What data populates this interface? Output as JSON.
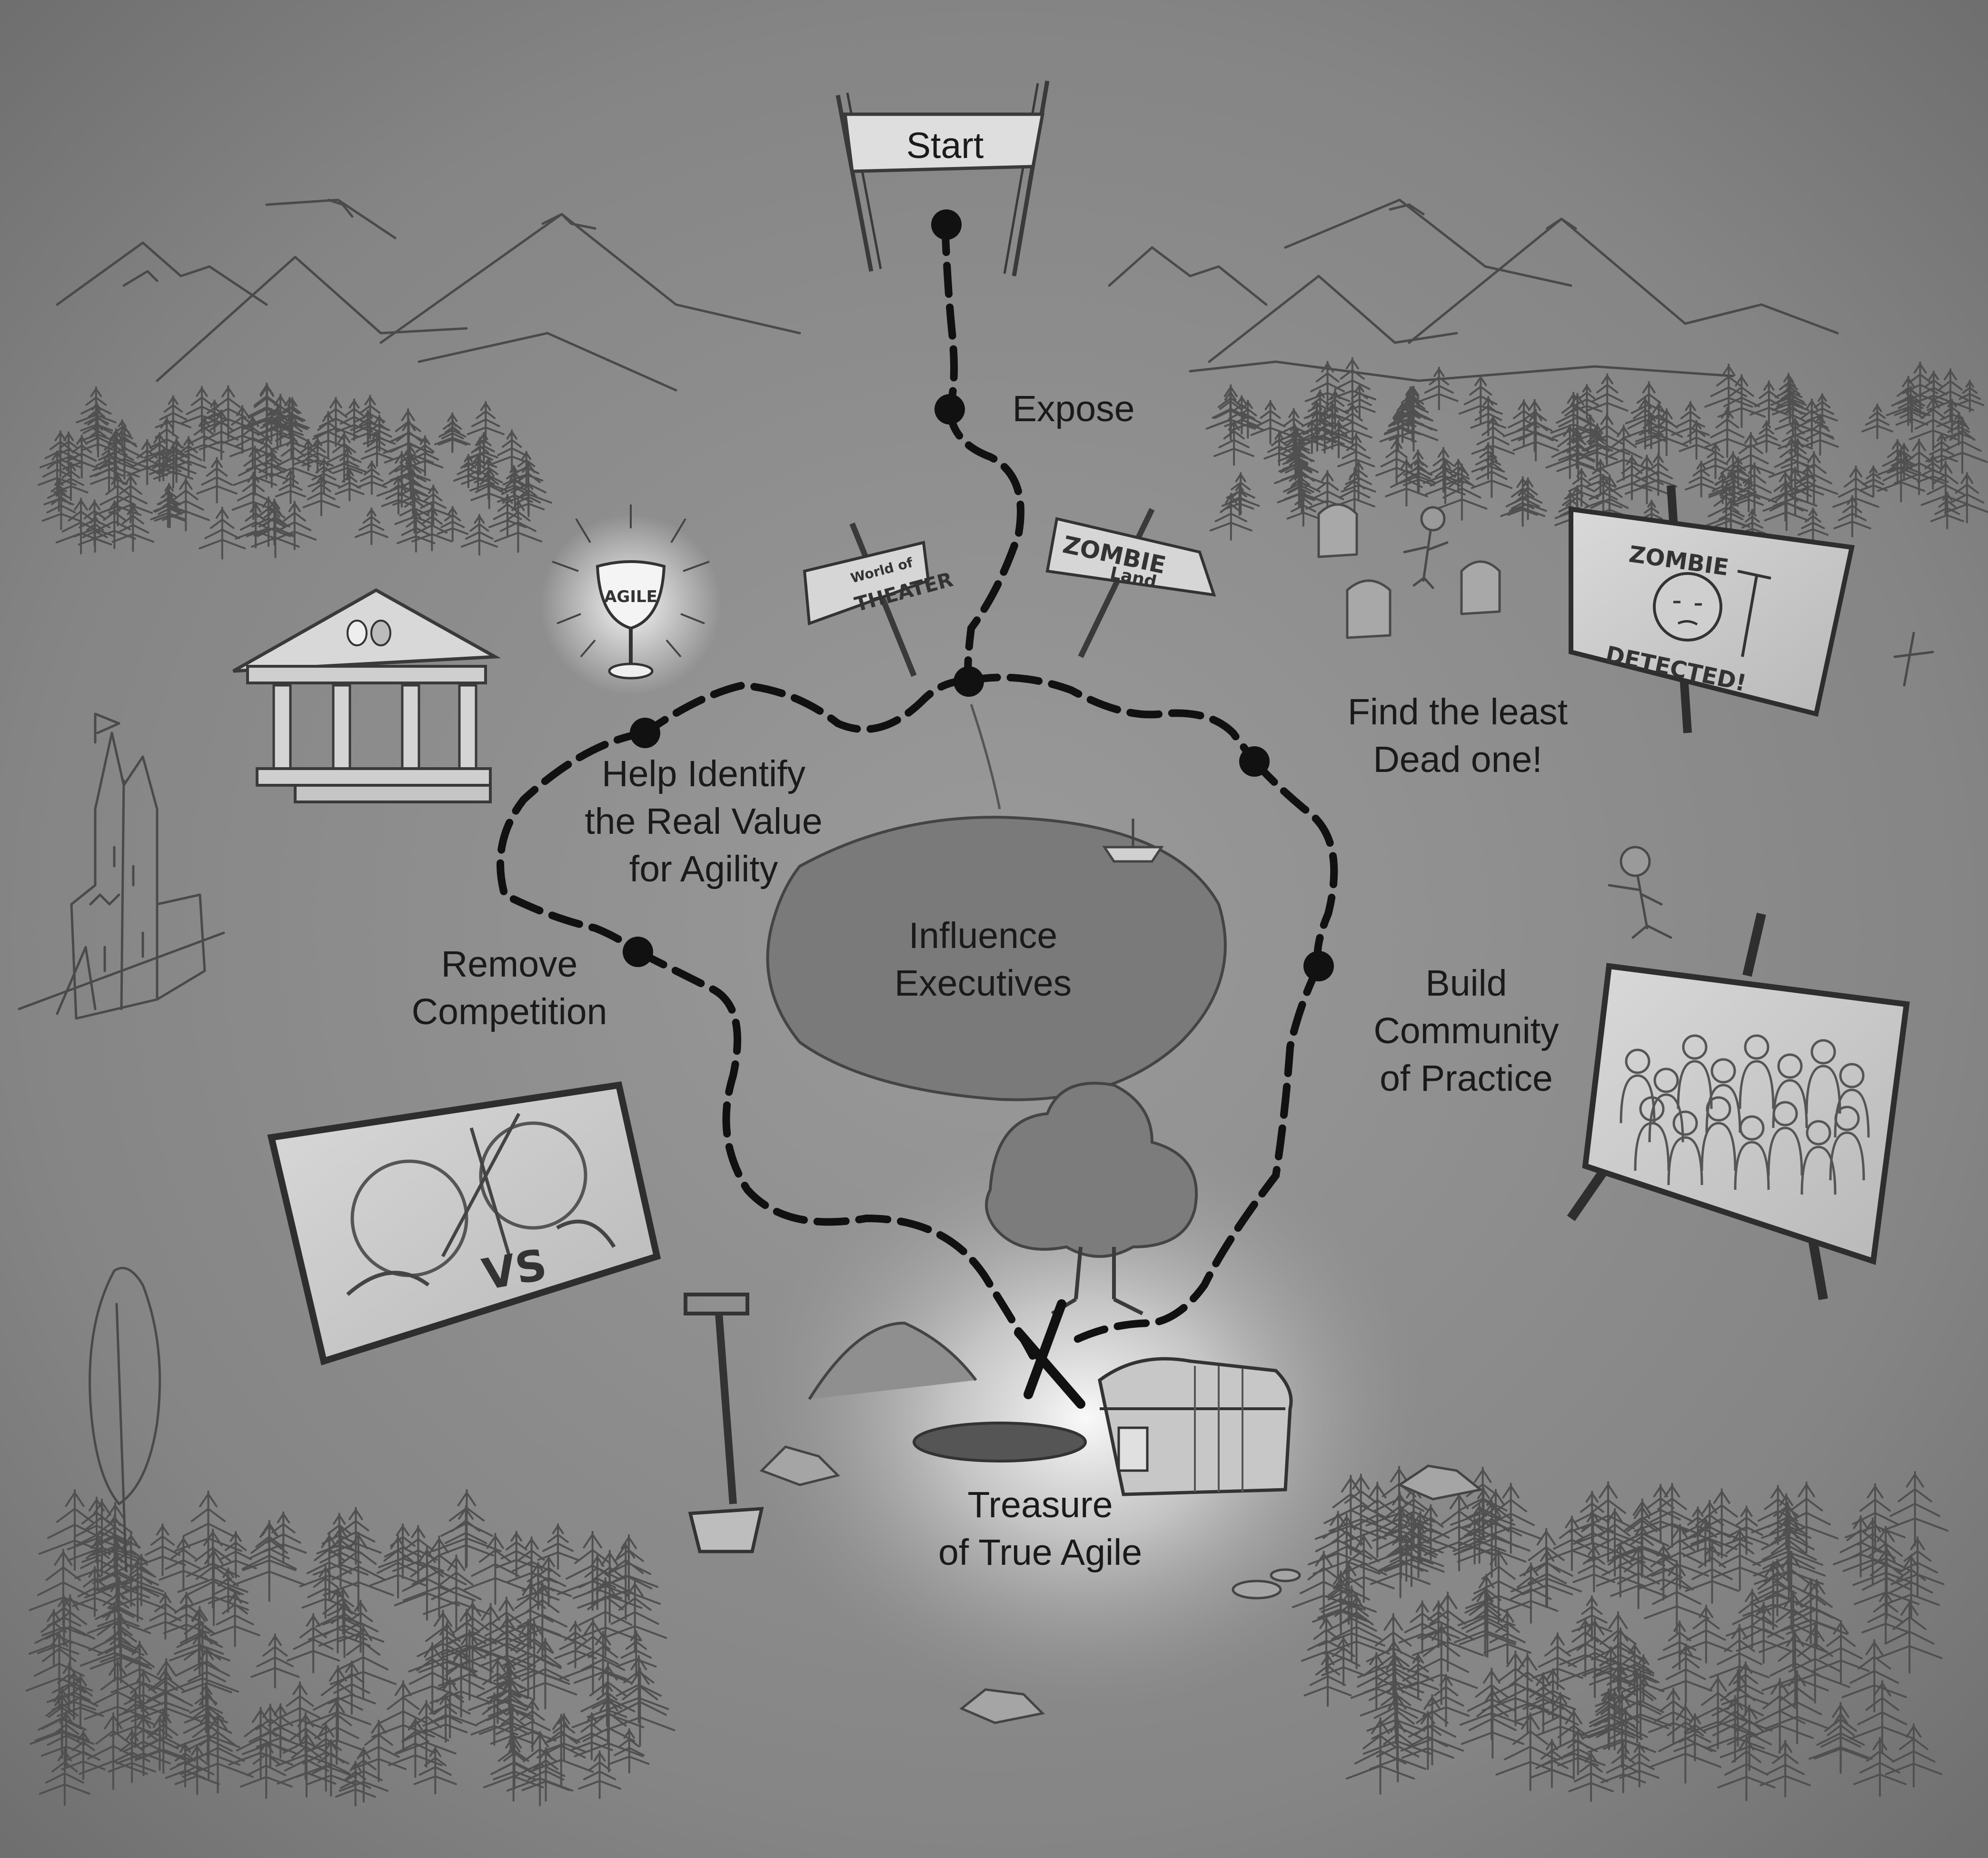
{
  "map": {
    "start_label": "Start",
    "waypoints": {
      "expose": "Expose",
      "help_identify": [
        "Help Identify",
        "the Real Value",
        "for Agility"
      ],
      "remove_competition": [
        "Remove",
        "Competition"
      ],
      "influence_executives": [
        "Influence",
        "Executives"
      ],
      "find_least_dead": [
        "Find the least",
        "Dead one!"
      ],
      "build_community": [
        "Build",
        "Community",
        "of Practice"
      ],
      "treasure": [
        "Treasure",
        "of True Agile"
      ]
    },
    "signs": {
      "world_of_theater": [
        "World of",
        "THEATER"
      ],
      "zombie_land": [
        "ZOMBIE",
        "Land"
      ],
      "goblet": "AGILE",
      "zombie_poster": [
        "ZOMBIE",
        "DETECTED!"
      ],
      "versus": "VS"
    }
  },
  "colors": {
    "background": "#8a8a8a",
    "glow": "#ffffff",
    "path": "#111111",
    "text": "#1a1a1a"
  }
}
